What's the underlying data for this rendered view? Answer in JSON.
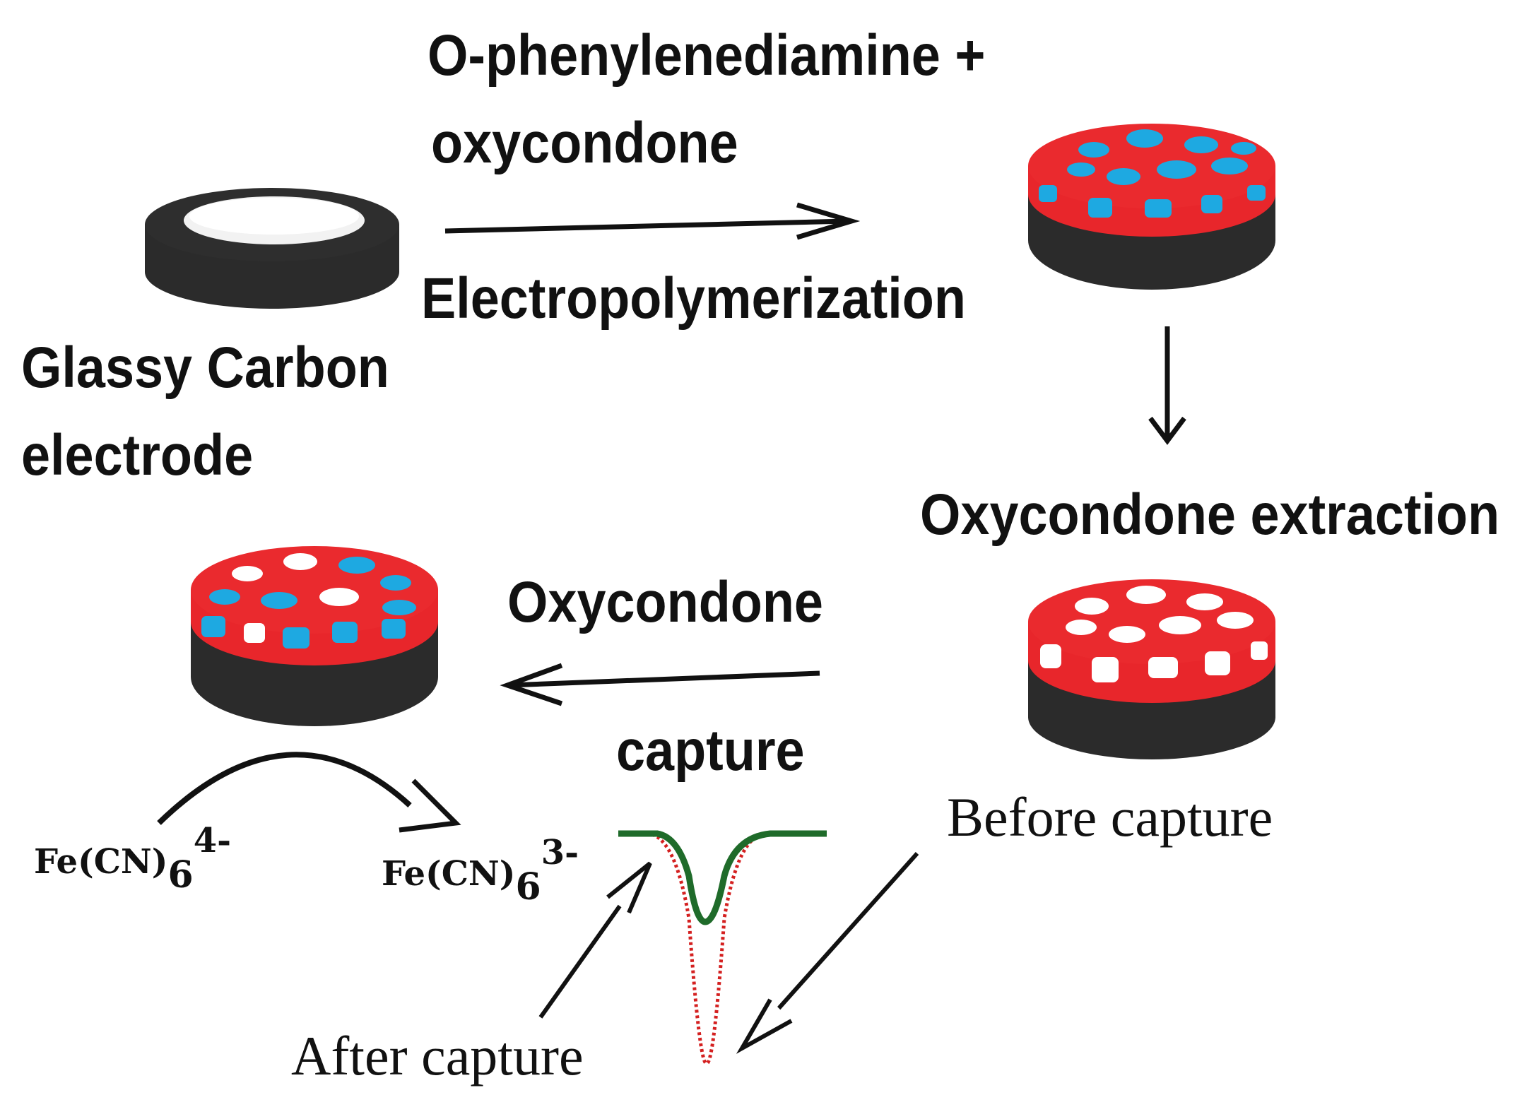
{
  "labels": {
    "reagent_line1": "O-phenylenediamine +",
    "reagent_line2": "oxycondone",
    "process": "Electropolymerization",
    "electrode_line1": "Glassy Carbon",
    "electrode_line2": "electrode",
    "extraction": "Oxycondone extraction",
    "capture_line1": "Oxycondone",
    "capture_line2": "capture",
    "before_capture": "Before capture",
    "after_capture": "After capture"
  },
  "chemistry": {
    "left_species": "Fe(CN)",
    "left_subscript": "6",
    "left_charge": "4-",
    "right_species": "Fe(CN)",
    "right_subscript": "6",
    "right_charge": "3-"
  },
  "colors": {
    "electrode_body": "#2b2b2b",
    "polymer": "#e8262b",
    "template_molecule": "#1ea9e1",
    "cavity": "#ffffff",
    "curve_after": "#1f6b2a",
    "curve_before": "#d42020",
    "arrow": "#111111"
  }
}
